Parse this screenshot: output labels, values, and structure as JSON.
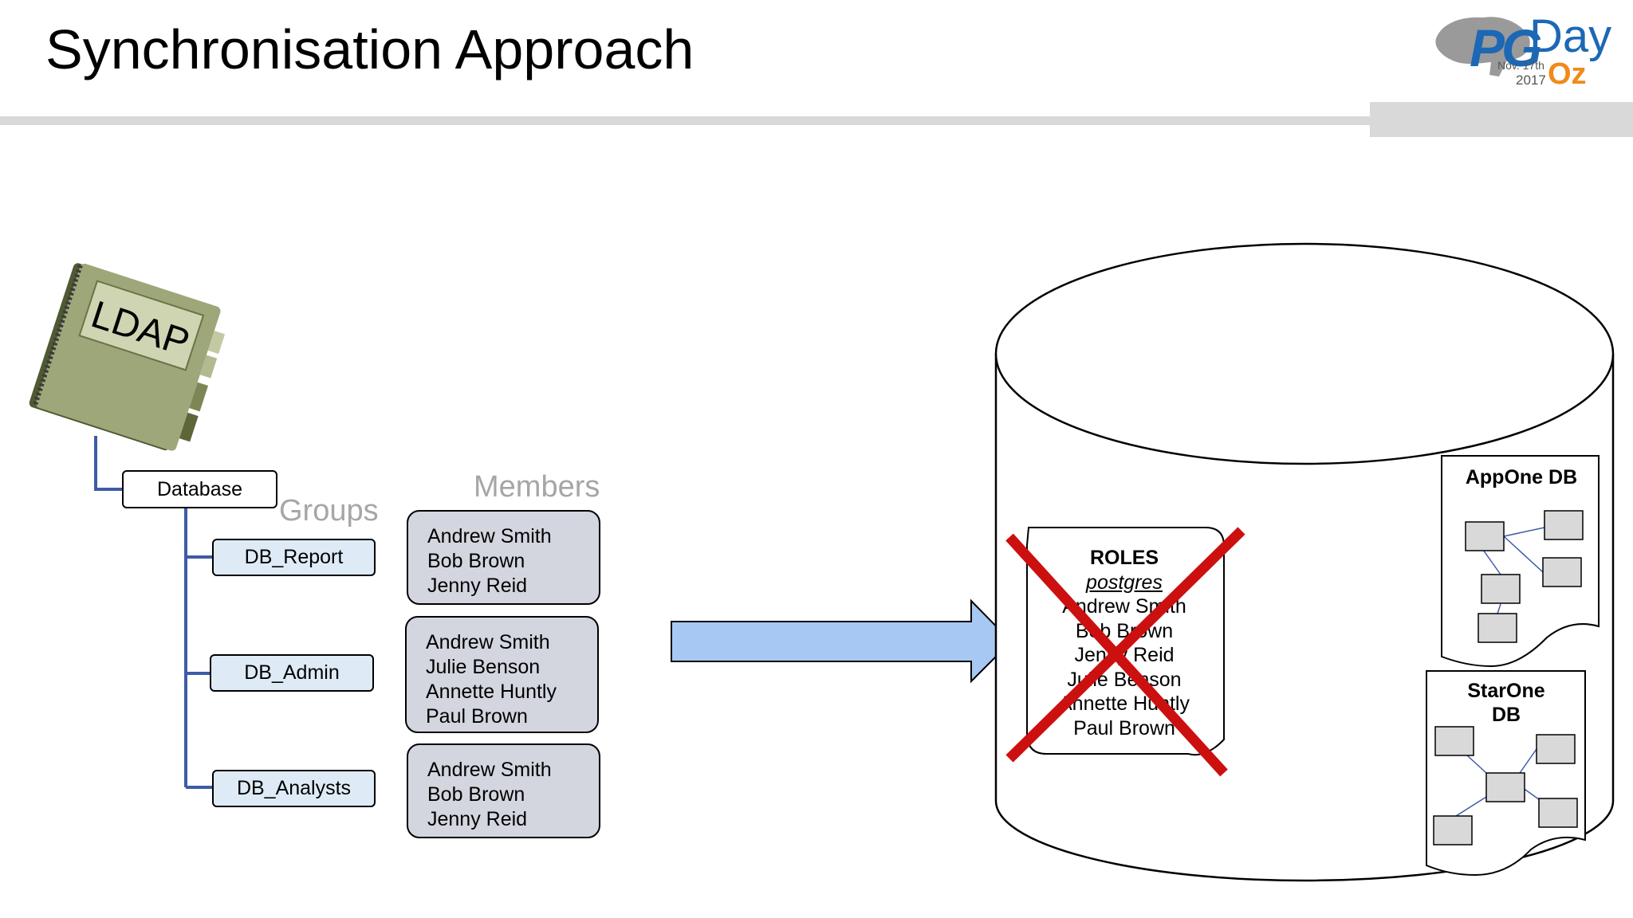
{
  "slide": {
    "title": "Synchronisation Approach"
  },
  "logo": {
    "pg": "PG",
    "day": "Day",
    "date": "Nov. 17th",
    "year": "2017",
    "oz": "Oz"
  },
  "ldap": {
    "label": "LDAP",
    "root": "Database",
    "groups_label": "Groups",
    "members_label": "Members",
    "groups": [
      {
        "name": "DB_Report",
        "members": [
          "Andrew Smith",
          "Bob Brown",
          "Jenny Reid"
        ]
      },
      {
        "name": "DB_Admin",
        "members": [
          "Andrew Smith",
          "Julie Benson",
          "Annette Huntly",
          "Paul Brown"
        ]
      },
      {
        "name": "DB_Analysts",
        "members": [
          "Andrew Smith",
          "Bob Brown",
          "Jenny Reid"
        ]
      }
    ]
  },
  "postgres": {
    "roles": {
      "title": "ROLES",
      "superuser": "postgres",
      "users": [
        "Andrew Smith",
        "Bob Brown",
        "Jenny Reid",
        "Julie Benson",
        "Annette Huntly",
        "Paul Brown"
      ]
    },
    "databases": [
      {
        "name": "AppOne DB"
      },
      {
        "name": "StarOne DB"
      }
    ]
  },
  "colors": {
    "connector": "#3e5ba8",
    "group_fill": "#deebf7",
    "member_fill": "#d3d6df",
    "arrow_fill": "#a7c8f2",
    "cross": "#cc1010",
    "notebook": "#9da77a"
  }
}
